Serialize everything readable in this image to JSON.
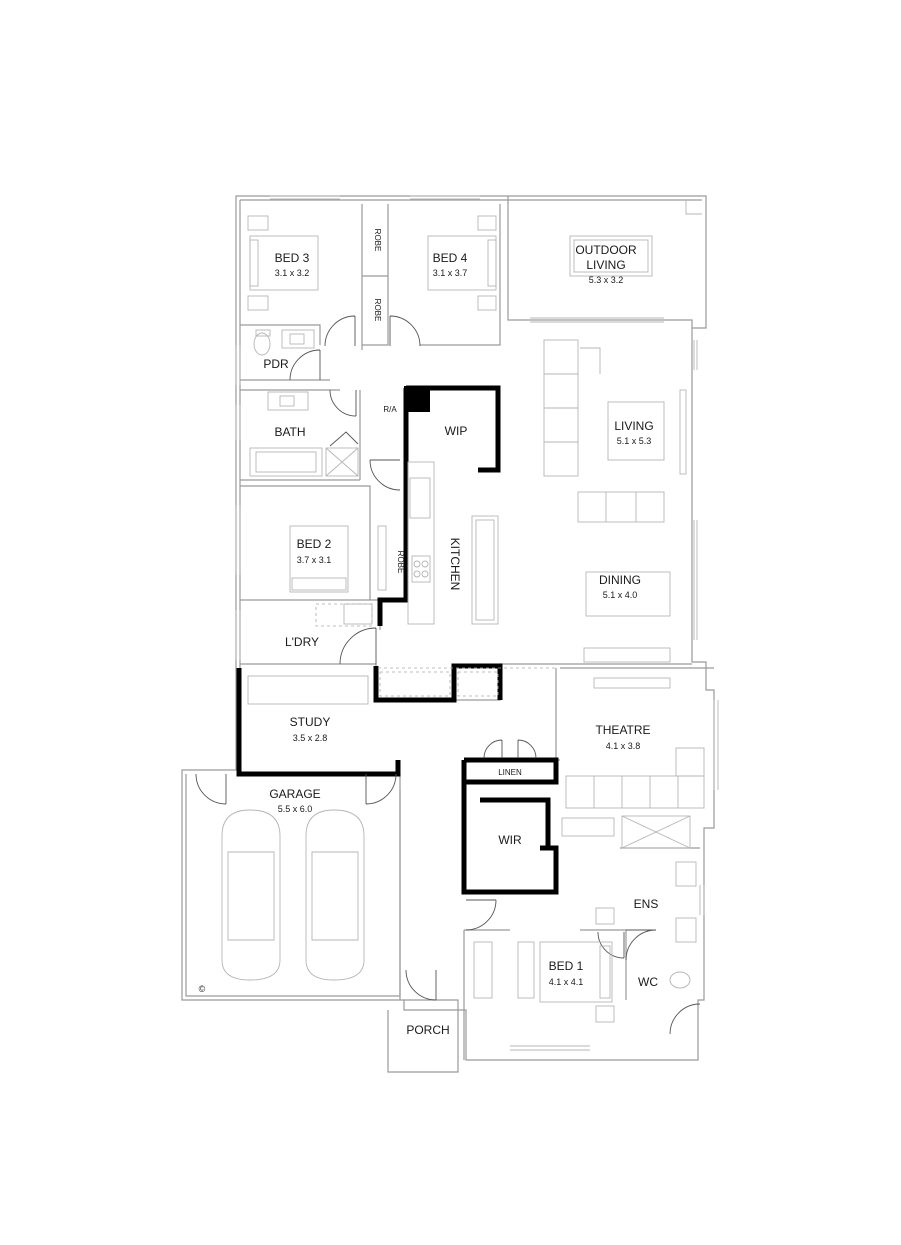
{
  "rooms": {
    "bed3": {
      "name": "BED 3",
      "dims": "3.1 x 3.2"
    },
    "bed4": {
      "name": "BED 4",
      "dims": "3.1 x 3.7"
    },
    "outdoor": {
      "name_line1": "OUTDOOR",
      "name_line2": "LIVING",
      "dims": "5.3 x 3.2"
    },
    "robe_a": {
      "name": "ROBE"
    },
    "robe_b": {
      "name": "ROBE"
    },
    "robe_c": {
      "name": "ROBE"
    },
    "pdr": {
      "name": "PDR"
    },
    "ra": {
      "name": "R/A"
    },
    "bath": {
      "name": "BATH"
    },
    "wip": {
      "name": "WIP"
    },
    "living": {
      "name": "LIVING",
      "dims": "5.1 x 5.3"
    },
    "kitchen": {
      "name": "KITCHEN"
    },
    "bed2": {
      "name": "BED 2",
      "dims": "3.7 x 3.1"
    },
    "dining": {
      "name": "DINING",
      "dims": "5.1 x 4.0"
    },
    "ldry": {
      "name": "L'DRY"
    },
    "study": {
      "name": "STUDY",
      "dims": "3.5 x 2.8"
    },
    "theatre": {
      "name": "THEATRE",
      "dims": "4.1 x 3.8"
    },
    "linen": {
      "name": "LINEN"
    },
    "garage": {
      "name": "GARAGE",
      "dims": "5.5 x 6.0"
    },
    "wir": {
      "name": "WIR"
    },
    "ens": {
      "name": "ENS"
    },
    "bed1": {
      "name": "BED 1",
      "dims": "4.1 x 4.1"
    },
    "wc": {
      "name": "WC"
    },
    "porch": {
      "name": "PORCH"
    }
  },
  "copyright": "©"
}
